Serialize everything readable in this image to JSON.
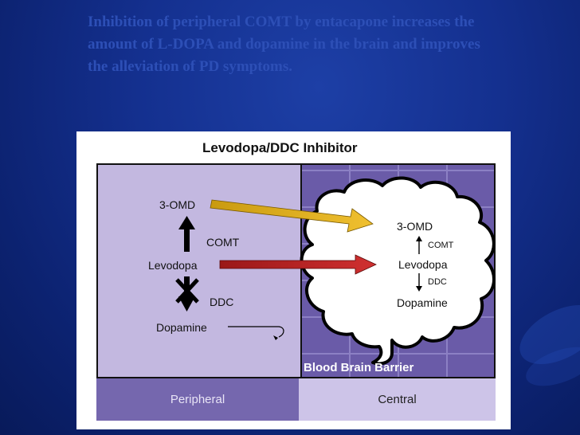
{
  "slide": {
    "title": "Inhibition of peripheral COMT by entacapone increases the amount of L-DOPA and dopamine in the brain and improves the alleviation of PD symptoms."
  },
  "diagram": {
    "title": "Levodopa/DDC Inhibitor",
    "peripheral": {
      "omd": "3-OMD",
      "comt": "COMT",
      "levodopa": "Levodopa",
      "ddc": "DDC",
      "dopamine": "Dopamine"
    },
    "central": {
      "omd": "3-OMD",
      "comt": "COMT",
      "levodopa": "Levodopa",
      "ddc": "DDC",
      "dopamine": "Dopamine"
    },
    "barrier_label": "Blood Brain Barrier",
    "zone_peripheral": "Peripheral",
    "zone_central": "Central"
  },
  "colors": {
    "background": "#14308f",
    "title_text": "#2d4fb6",
    "peripheral_zone": "#c3b8e0",
    "central_zone": "#6a5ba8",
    "omd_arrow": "#e0b020",
    "levodopa_arrow": "#b82020"
  },
  "icons": {
    "blocked_ddc": "x-mark-icon",
    "up_arrow": "arrow-up-icon",
    "down_arrow": "arrow-down-icon",
    "brain_cloud": "cloud-shape"
  }
}
